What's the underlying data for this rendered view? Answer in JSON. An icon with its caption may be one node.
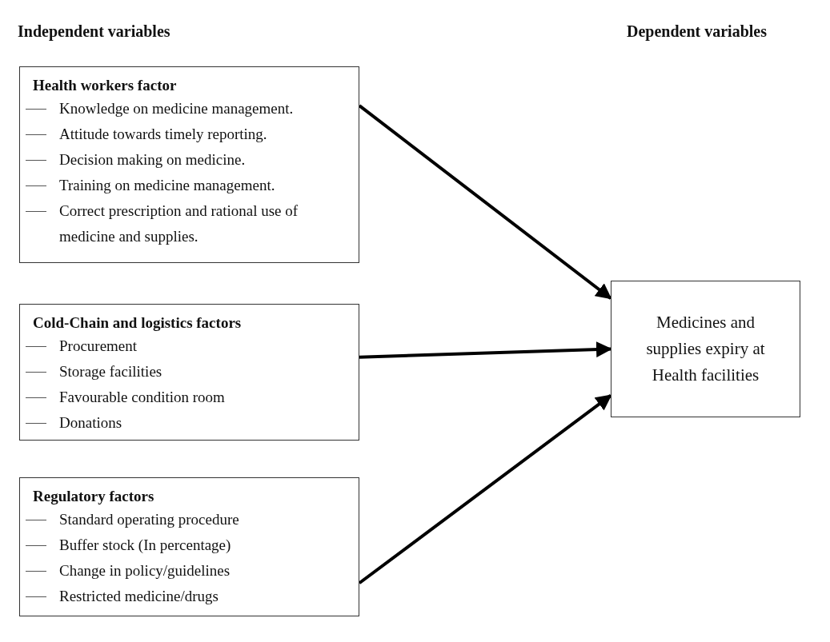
{
  "diagram": {
    "nodes": [
      {
        "text": [
          "Health workers factor",
          "Knowledge on medicine management.",
          "Attitude towards timely reporting.",
          "Decision making on medicine.",
          "Training on medicine management.",
          "Correct prescription and rational use of medicine and supplies."
        ]
      },
      {
        "text": [
          "Cold-Chain and logistics factors",
          "Procurement",
          "Storage facilities",
          "Favourable condition room",
          "Donations"
        ]
      },
      {
        "text": [
          "Regulatory factors",
          "Standard operating procedure",
          "Buffer stock (In percentage)",
          "Change in policy/guidelines",
          "Restricted medicine/drugs"
        ]
      },
      {
        "text": [
          "Medicines and supplies expiry at Health facilities"
        ]
      }
    ],
    "edges": [
      {
        "from": 0,
        "to": 3,
        "arrow": "to"
      },
      {
        "from": 1,
        "to": 3,
        "arrow": "to"
      },
      {
        "from": 2,
        "to": 3,
        "arrow": "to"
      }
    ],
    "labels": [
      "Independent variables",
      "Dependent variables"
    ]
  }
}
